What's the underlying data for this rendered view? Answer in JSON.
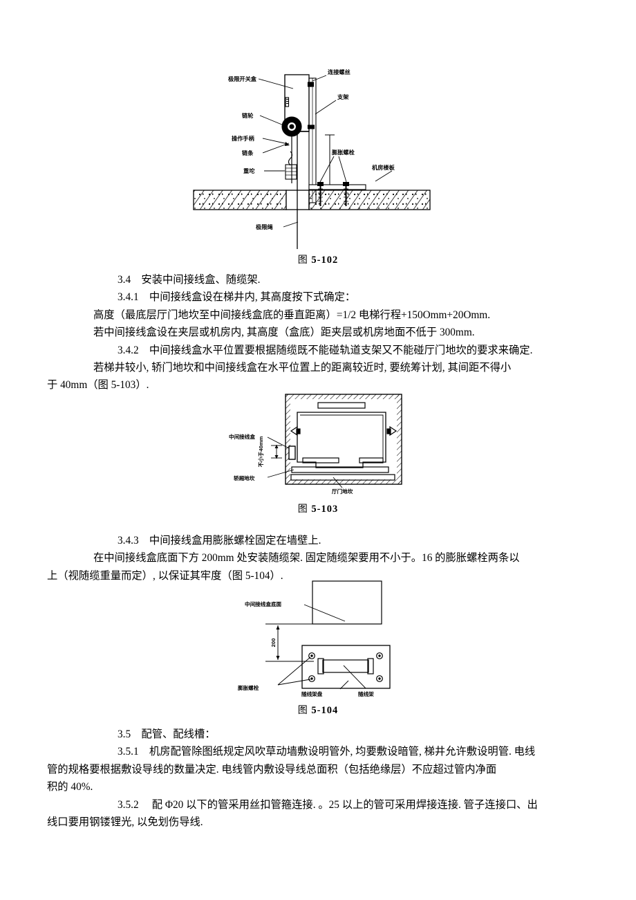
{
  "figures": {
    "fig1": {
      "caption_prefix": "图",
      "caption_num": "5-102",
      "labels": {
        "limit_switch_box": "极限开关盒",
        "connecting_screw": "连接螺丝",
        "sprocket": "链轮",
        "bracket": "支架",
        "operating_handle": "操作手柄",
        "chain": "链条",
        "expansion_bolt": "膨胀螺栓",
        "weight": "重坨",
        "machine_room_slab": "机房楼板",
        "limit_rope": "极限绳"
      }
    },
    "fig2": {
      "caption_prefix": "图",
      "caption_num": "5-103",
      "labels": {
        "junction_box": "中间接线盒",
        "min_gap": "不小于40mm",
        "car_sill": "轿厢地坎",
        "landing_sill": "厅门地坎"
      }
    },
    "fig3": {
      "caption_prefix": "图",
      "caption_num": "5-104",
      "labels": {
        "junction_box_bottom": "中间接线盒底面",
        "dimension": "200",
        "expansion_bolt": "膨胀螺栓",
        "cable_rack_plate": "随线架盘",
        "cable_rack": "随线架"
      }
    }
  },
  "body": {
    "sec_3_4": {
      "line1": "3.4    安装中间接线盒、随缆架.",
      "line2": "3.4.1    中间接线盒设在梯井内, 其高度按下式确定：",
      "line3": "高度（最底层厅门地坎至中间接线盒底的垂直距离）=1/2 电梯行程+150Omm+20Omm.",
      "line4": "若中间接线盒设在夹层或机房内, 其高度（盒底）距夹层或机房地面不低于 300mm.",
      "line5": "3.4.2    中间接线盒水平位置要根据随缆既不能碰轨道支架又不能碰厅门地坎的要求来确定.",
      "line6": "若梯井较小, 轿门地坎和中间接线盒在水平位置上的距离较近时, 要统筹计划, 其间距不得小",
      "line7": "于 40mm（图 5-103）."
    },
    "sec_3_4_3": {
      "line1": "3.4.3    中间接线盒用膨胀螺栓固定在墙壁上.",
      "line2": "在中间接线盒底面下方 200mm 处安装随缆架. 固定随缆架要用不小于。16 的膨胀螺栓两条以",
      "line3": "上（视随缆重量而定）, 以保证其牢度（图 5-104）."
    },
    "sec_3_5": {
      "line1": "3.5    配管、配线槽：",
      "line2": "3.5.1    机房配管除图纸规定风吹草动墙敷设明管外, 均要敷设暗管, 梯井允许敷设明管. 电线",
      "line3": "管的规格要根据敷设导线的数量决定. 电线管内敷设导线总面积（包括绝缘层）不应超过管内净面",
      "line4": "积的 40%.",
      "line5": "3.5.2     配 Φ20 以下的管采用丝扣管箍连接. 。25 以上的管可采用焊接连接. 管子连接口、出",
      "line6": "线口要用钢镂锂光, 以免划伤导线."
    }
  }
}
